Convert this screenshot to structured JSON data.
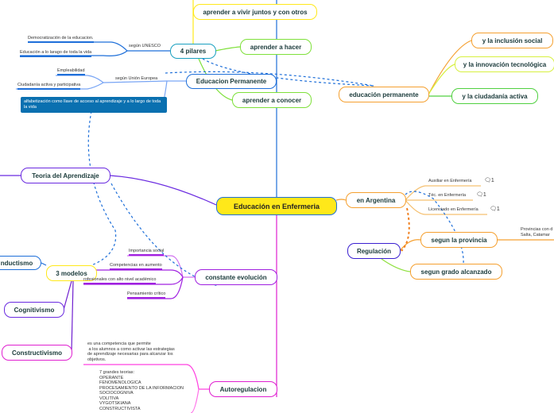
{
  "central": "Educación en Enfermeria",
  "pilares": {
    "title": "4 pilares",
    "items": [
      "aprender a vivir juntos y con otros",
      "aprender a hacer",
      "aprender a conocer"
    ],
    "unesco": {
      "label": "según UNESCO",
      "items": [
        "Democratización de la educacion.",
        "Educación a lo larago de toda la vida"
      ]
    }
  },
  "educacion_permanente_left": {
    "title": "Educacion Permanente",
    "ue": {
      "label": "según Unión Europea",
      "items": [
        "Empleabilidad",
        "Ciudadanía activa y participativa"
      ]
    },
    "note": "alfabetización como llave de acceso  al aprendizaje y a lo largo de toda la vida"
  },
  "educacion_permanente_right": {
    "title": "educación permanente",
    "items": [
      "y la inclusión social",
      "y la innovación tecnológica",
      "y la ciudadanía activa"
    ]
  },
  "teoria": {
    "title": "Teoria del Aprendizaje",
    "modelos": "3 modelos",
    "items": [
      "nductismo",
      "Cognitivismo",
      "Constructivismo"
    ]
  },
  "evolucion": {
    "title": "constante evolución",
    "items": [
      "Importancia social",
      "Competencias en aumento",
      "rofesionales con alto nivel académico",
      "Pensamiento crítico"
    ]
  },
  "autoregulacion": {
    "title": "Autoregulacion",
    "def": "es una competencia que permite\n a los alumnos a como activar las estrategias\nde aprendizaje necesarias para alcanzar los\nobjetivos.",
    "teorias": "7 grandes teorias:\nOPERANTE\nFENOMENOLOGICA\nPROCESAMIENTO DE LA INFORMACION\nSOCIOCOGNIVA\nVOLITIVA\nVYGOTSKIANA\nCONSTRUCTIVISTA"
  },
  "argentina": {
    "title": "en Argentina",
    "items": [
      {
        "label": "Auxiliar en Enfermería",
        "comments": "1"
      },
      {
        "label": "Téc. en Enfermería",
        "comments": "1"
      },
      {
        "label": "Licenciado en Enfermería",
        "comments": "1"
      }
    ]
  },
  "regulacion": {
    "title": "Regulación",
    "provincia": "segun la provincia",
    "provincia_note": "Provincias con d\nSalta, Catamar",
    "grado": "segun grado alcanzado"
  }
}
